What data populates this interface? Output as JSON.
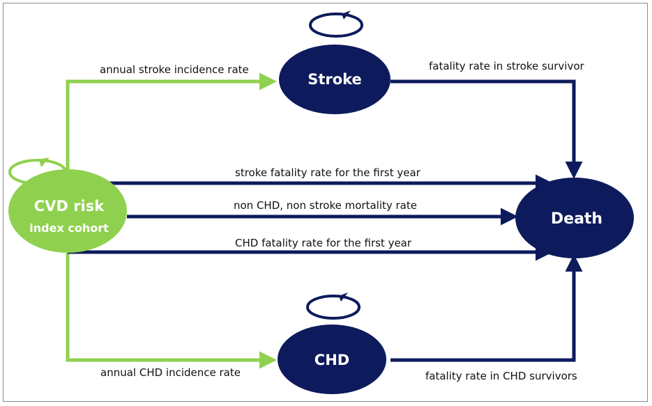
{
  "colors": {
    "green": "#8fd14f",
    "navy": "#0d1b5c",
    "frame": "#8a8a8a"
  },
  "nodes": {
    "cvd": {
      "line1": "CVD risk",
      "line2": "index cohort"
    },
    "stroke": {
      "label": "Stroke"
    },
    "chd": {
      "label": "CHD"
    },
    "death": {
      "label": "Death"
    }
  },
  "edges": {
    "annual_stroke": "annual stroke incidence rate",
    "annual_chd": "annual CHD incidence rate",
    "fatality_stroke_survivor": "fatality rate in stroke survivor",
    "fatality_chd_survivors": "fatality rate in CHD survivors",
    "stroke_first_year": "stroke fatality rate for the first year",
    "non_chd_non_stroke": "non CHD, non stroke mortality rate",
    "chd_first_year": "CHD fatality rate for the first year"
  }
}
